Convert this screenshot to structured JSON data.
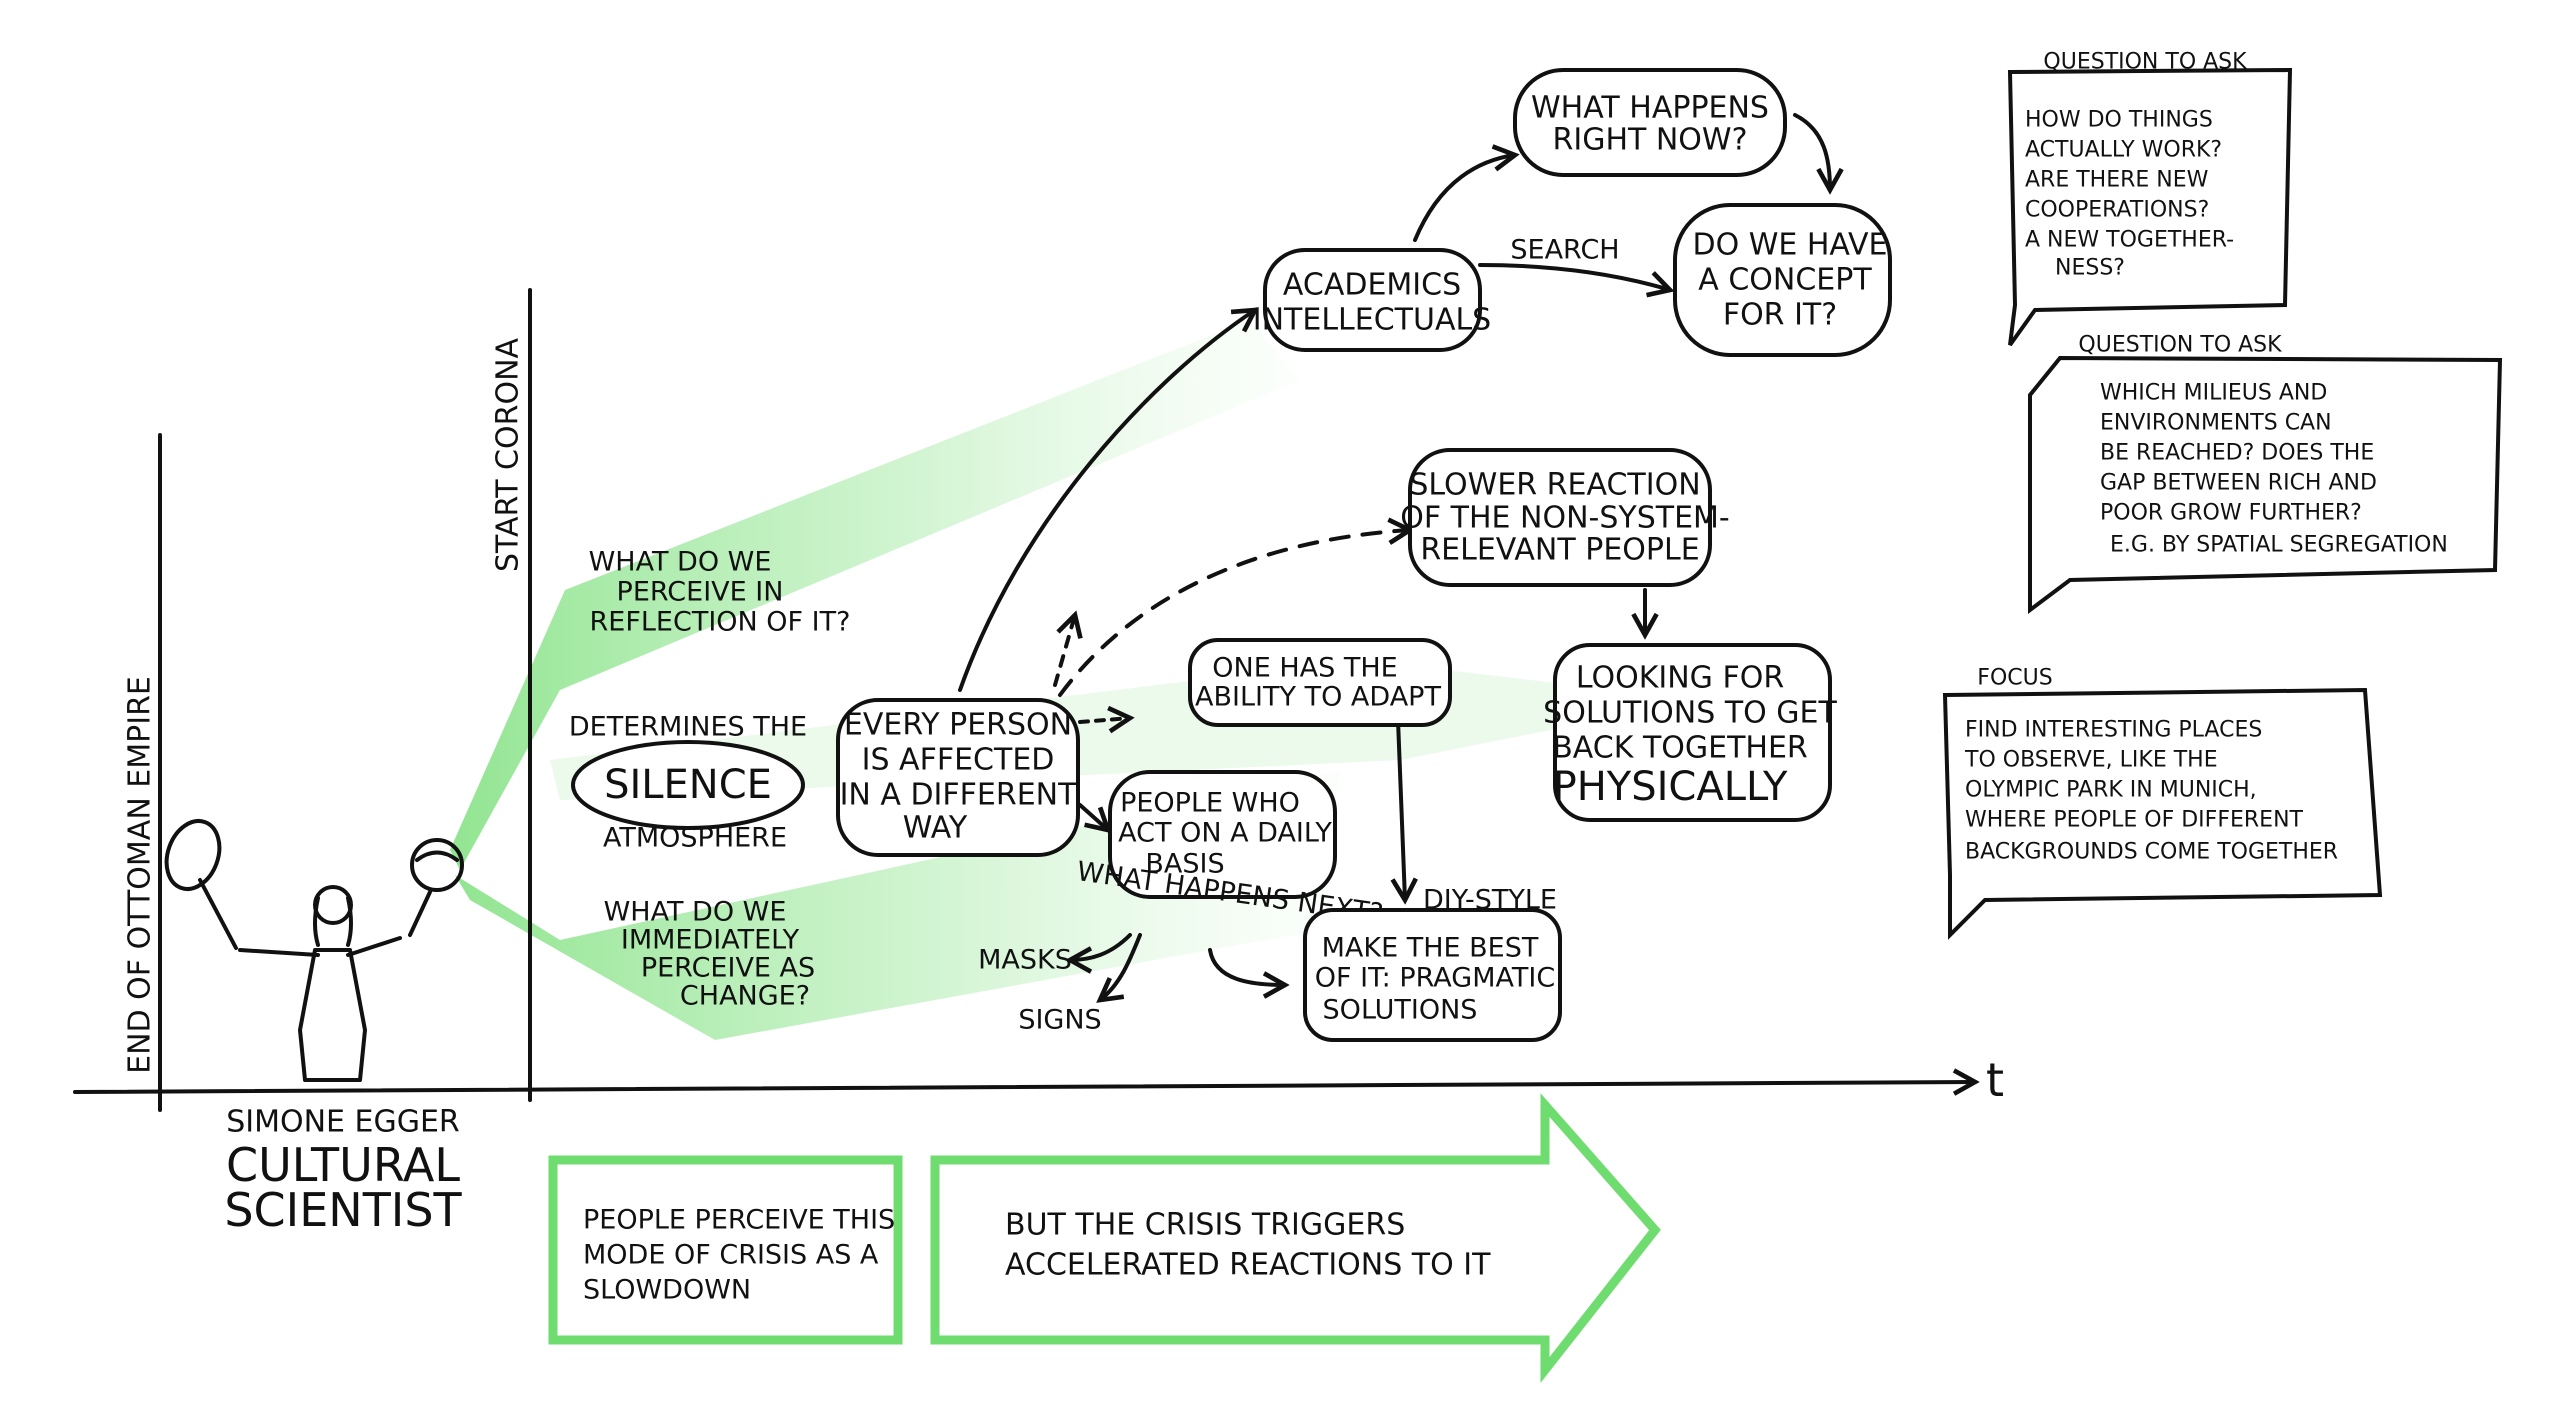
{
  "person": {
    "name": "SIMONE EGGER",
    "role_line1": "CULTURAL",
    "role_line2": "SCIENTIST"
  },
  "timeline": {
    "axis_label": "t",
    "marker_ottoman": "END OF OTTOMAN EMPIRE",
    "marker_corona": "START CORONA"
  },
  "perception": {
    "reflection": [
      "WHAT DO WE",
      "PERCEIVE IN",
      "REFLECTION OF IT?"
    ],
    "silence_top": "DETERMINES THE",
    "silence": "SILENCE",
    "silence_bottom": "ATMOSPHERE",
    "change": [
      "WHAT DO WE",
      "IMMEDIATELY",
      "PERCEIVE AS",
      "CHANGE?"
    ]
  },
  "nodes": {
    "every_person": [
      "EVERY PERSON",
      "IS AFFECTED",
      "IN A DIFFERENT",
      "WAY"
    ],
    "academics": [
      "ACADEMICS",
      "INTELLECTUALS"
    ],
    "what_happens_now": [
      "WHAT HAPPENS",
      "RIGHT NOW?"
    ],
    "search": "SEARCH",
    "concept": [
      "DO WE HAVE",
      "A CONCEPT",
      "FOR IT?"
    ],
    "slower_reaction": [
      "SLOWER REACTION",
      "OF THE NON-SYSTEM-",
      "RELEVANT PEOPLE"
    ],
    "looking_for": [
      "LOOKING FOR",
      "SOLUTIONS TO GET",
      "BACK TOGETHER",
      "PHYSICALLY"
    ],
    "ability": [
      "ONE HAS THE",
      "ABILITY TO ADAPT"
    ],
    "daily": [
      "PEOPLE WHO",
      "ACT ON A DAILY",
      "BASIS"
    ],
    "what_next": "WHAT HAPPENS NEXT?",
    "masks": "MASKS",
    "signs": "SIGNS",
    "diy": "DIY-STYLE",
    "best": [
      "MAKE THE BEST",
      "OF IT: PRAGMATIC",
      "SOLUTIONS"
    ]
  },
  "notes": [
    {
      "header": "QUESTION TO ASK",
      "lines": [
        "HOW DO THINGS",
        "ACTUALLY WORK?",
        "ARE THERE NEW",
        "COOPERATIONS?",
        "A NEW TOGETHER-",
        "NESS?"
      ]
    },
    {
      "header": "QUESTION TO ASK",
      "lines": [
        "WHICH MILIEUS AND",
        "ENVIRONMENTS CAN",
        "BE REACHED? DOES THE",
        "GAP BETWEEN RICH AND",
        "POOR GROW FURTHER?",
        "E.G. BY SPATIAL SEGREGATION"
      ]
    },
    {
      "header": "FOCUS",
      "lines": [
        "FIND INTERESTING PLACES",
        "TO OBSERVE, LIKE THE",
        "OLYMPIC PARK IN MUNICH,",
        "WHERE PEOPLE OF DIFFERENT",
        "BACKGROUNDS COME TOGETHER"
      ]
    }
  ],
  "bottom": {
    "slowdown": [
      "PEOPLE PERCEIVE THIS",
      "MODE OF CRISIS AS A",
      "SLOWDOWN"
    ],
    "accelerated": [
      "BUT THE CRISIS TRIGGERS",
      "ACCELERATED REACTIONS TO IT"
    ]
  },
  "colors": {
    "ink": "#111111",
    "accent": "#6fdc6f",
    "beam": "#7ee07e"
  }
}
